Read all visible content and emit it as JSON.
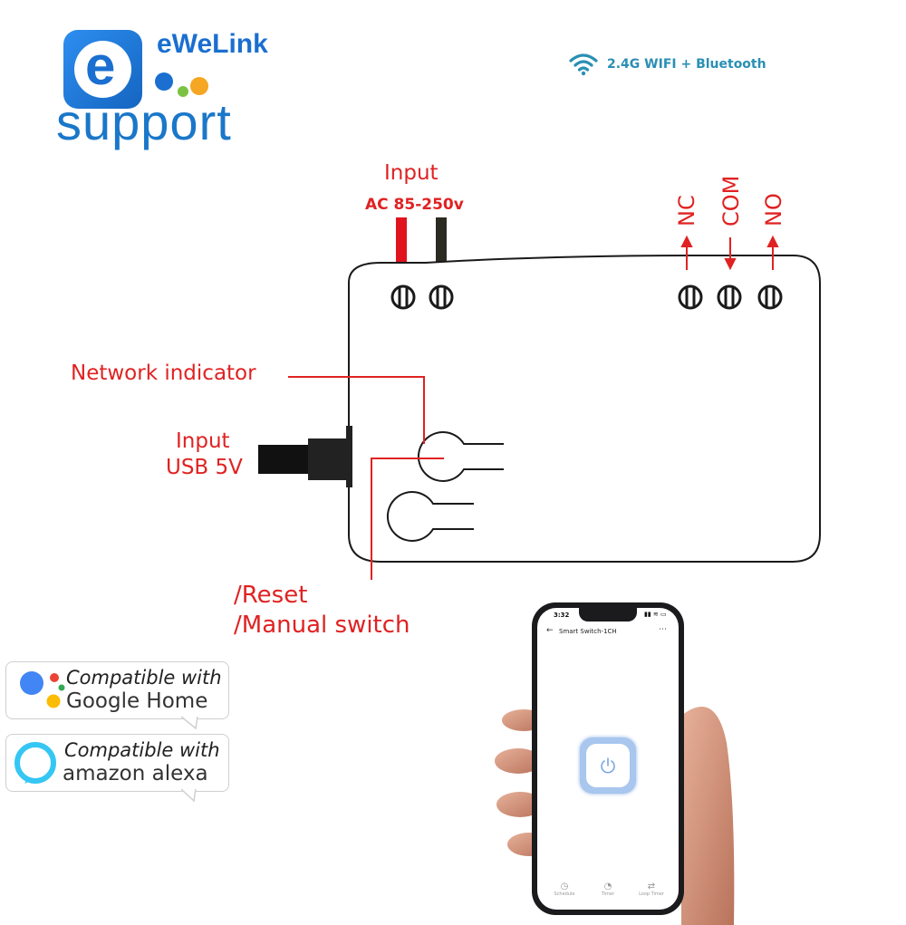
{
  "brand": {
    "icon_letter": "e",
    "name": "eWeLink",
    "tagline": "support"
  },
  "connectivity": {
    "label": "2.4G WIFI + Bluetooth",
    "icon": "wifi-icon",
    "color": "#2a8fb4"
  },
  "diagram": {
    "power_input_title": "Input",
    "power_input_voltage": "AC 85-250v",
    "terminal_nc": "NC",
    "terminal_com": "COM",
    "terminal_no": "NO",
    "network_indicator": "Network indicator",
    "usb_input_title": "Input",
    "usb_input_spec": "USB 5V",
    "reset_label": "/Reset",
    "manual_switch_label": "/Manual switch",
    "label_color": "#e02222"
  },
  "badges": [
    {
      "line1": "Compatible with",
      "line2": "Google Home",
      "icon": "google-assistant-icon"
    },
    {
      "line1": "Compatible with",
      "line2": "amazon alexa",
      "icon": "alexa-ring-icon"
    }
  ],
  "phone": {
    "time": "3:32",
    "title": "Smart Switch-1CH",
    "tabs": [
      "Schedule",
      "Timer",
      "Loop Timer"
    ],
    "power_icon": "power-icon"
  }
}
